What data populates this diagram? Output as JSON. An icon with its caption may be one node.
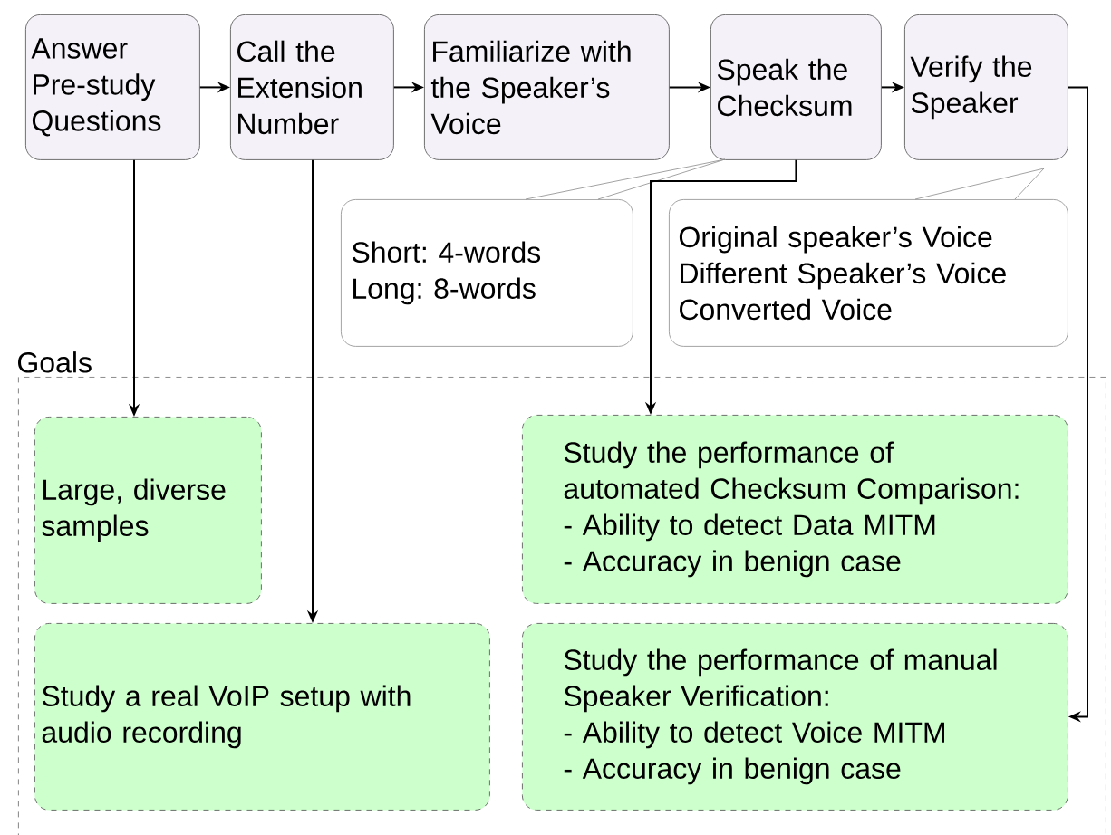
{
  "diagram": {
    "nodes": [
      {
        "text": [
          "Answer Pre-study Questions"
        ]
      },
      {
        "text": [
          "Call the Extension Number"
        ]
      },
      {
        "text": [
          "Familiarize with the Speaker’s Voice"
        ]
      },
      {
        "text": [
          "Speak the Checksum"
        ]
      },
      {
        "text": [
          "Verify the Speaker"
        ]
      },
      {
        "text": [
          "Short: 4-words",
          "Long: 8-words"
        ]
      },
      {
        "text": [
          "Original speaker’s Voice",
          "Different Speaker’s Voice",
          "Converted Voice"
        ]
      },
      {
        "text": [
          "Goals"
        ]
      },
      {
        "text": [
          "Large, diverse samples"
        ],
        "in": 7
      },
      {
        "text": [
          "Study the performance of automated Checksum Comparison:",
          "- Ability to detect Data MITM",
          "- Accuracy in benign case"
        ],
        "in": 7
      },
      {
        "text": [
          "Study a real VoIP setup with audio recording"
        ],
        "in": 7
      },
      {
        "text": [
          "Study the performance of manual Speaker Verification:",
          "- Ability to detect Voice MITM",
          "- Accuracy in benign case"
        ],
        "in": 7
      }
    ],
    "edges": [
      {
        "from": 0,
        "to": 1,
        "arrow": "to"
      },
      {
        "from": 1,
        "to": 2,
        "arrow": "to"
      },
      {
        "from": 2,
        "to": 3,
        "arrow": "to"
      },
      {
        "from": 3,
        "to": 4,
        "arrow": "to"
      },
      {
        "from": 0,
        "to": 8,
        "arrow": "to"
      },
      {
        "from": 1,
        "to": 10,
        "arrow": "to"
      },
      {
        "from": 3,
        "to": 9,
        "arrow": "to"
      },
      {
        "from": 4,
        "to": 11,
        "arrow": "to"
      }
    ]
  }
}
